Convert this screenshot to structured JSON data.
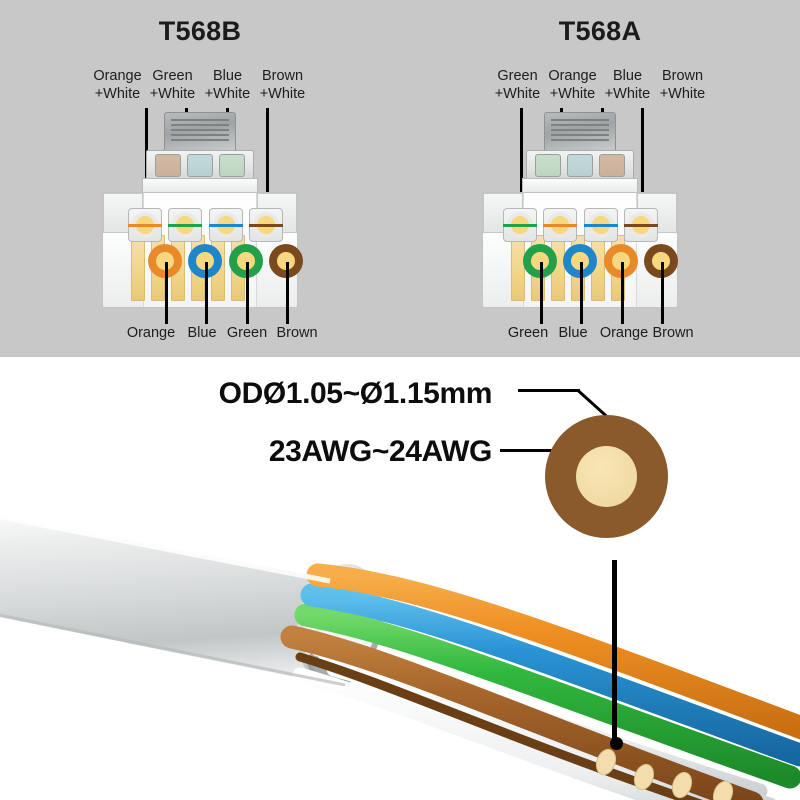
{
  "diagram": {
    "title_hidden": "RJ45 wiring standards and Cat cable specification",
    "panels": [
      {
        "id": "t568b",
        "title": "T568B",
        "top_labels": [
          {
            "line1": "Orange",
            "line2": "+White"
          },
          {
            "line1": "Green",
            "line2": "+White"
          },
          {
            "line1": "Blue",
            "line2": "+White"
          },
          {
            "line1": "Brown",
            "line2": "+White"
          }
        ],
        "bottom_labels": [
          "Orange",
          "Blue",
          "Green",
          "Brown"
        ],
        "top_pin_colors": [
          "#e8892a",
          "#22a04a",
          "#1f86c9",
          "#7a4a1e"
        ],
        "bottom_pin_colors": [
          "#e8892a",
          "#1f86c9",
          "#22a04a",
          "#7a4a1e"
        ]
      },
      {
        "id": "t568a",
        "title": "T568A",
        "top_labels": [
          {
            "line1": "Green",
            "line2": "+White"
          },
          {
            "line1": "Orange",
            "line2": "+White"
          },
          {
            "line1": "Blue",
            "line2": "+White"
          },
          {
            "line1": "Brown",
            "line2": "+White"
          }
        ],
        "bottom_labels": [
          "Green",
          "Blue",
          "Orange",
          "Brown"
        ],
        "top_pin_colors": [
          "#22a04a",
          "#e8892a",
          "#1f86c9",
          "#7a4a1e"
        ],
        "bottom_pin_colors": [
          "#22a04a",
          "#1f86c9",
          "#e8892a",
          "#7a4a1e"
        ]
      }
    ],
    "spec": {
      "outer_diameter": "ODØ1.05~Ø1.15mm",
      "wire_gauge": "23AWG~24AWG"
    },
    "cross_section": {
      "insulation_color": "#8a5a2b",
      "conductor_color": "#edd69a"
    },
    "cable": {
      "jacket_color": "#d8dadb",
      "pair_colors": [
        "#e8892a",
        "#1f86c9",
        "#2fb43f",
        "#9c5f2a"
      ]
    },
    "panel_background": "#c8c8c8",
    "page_background": "#ffffff",
    "label_text_color": "#1d1d1d"
  }
}
